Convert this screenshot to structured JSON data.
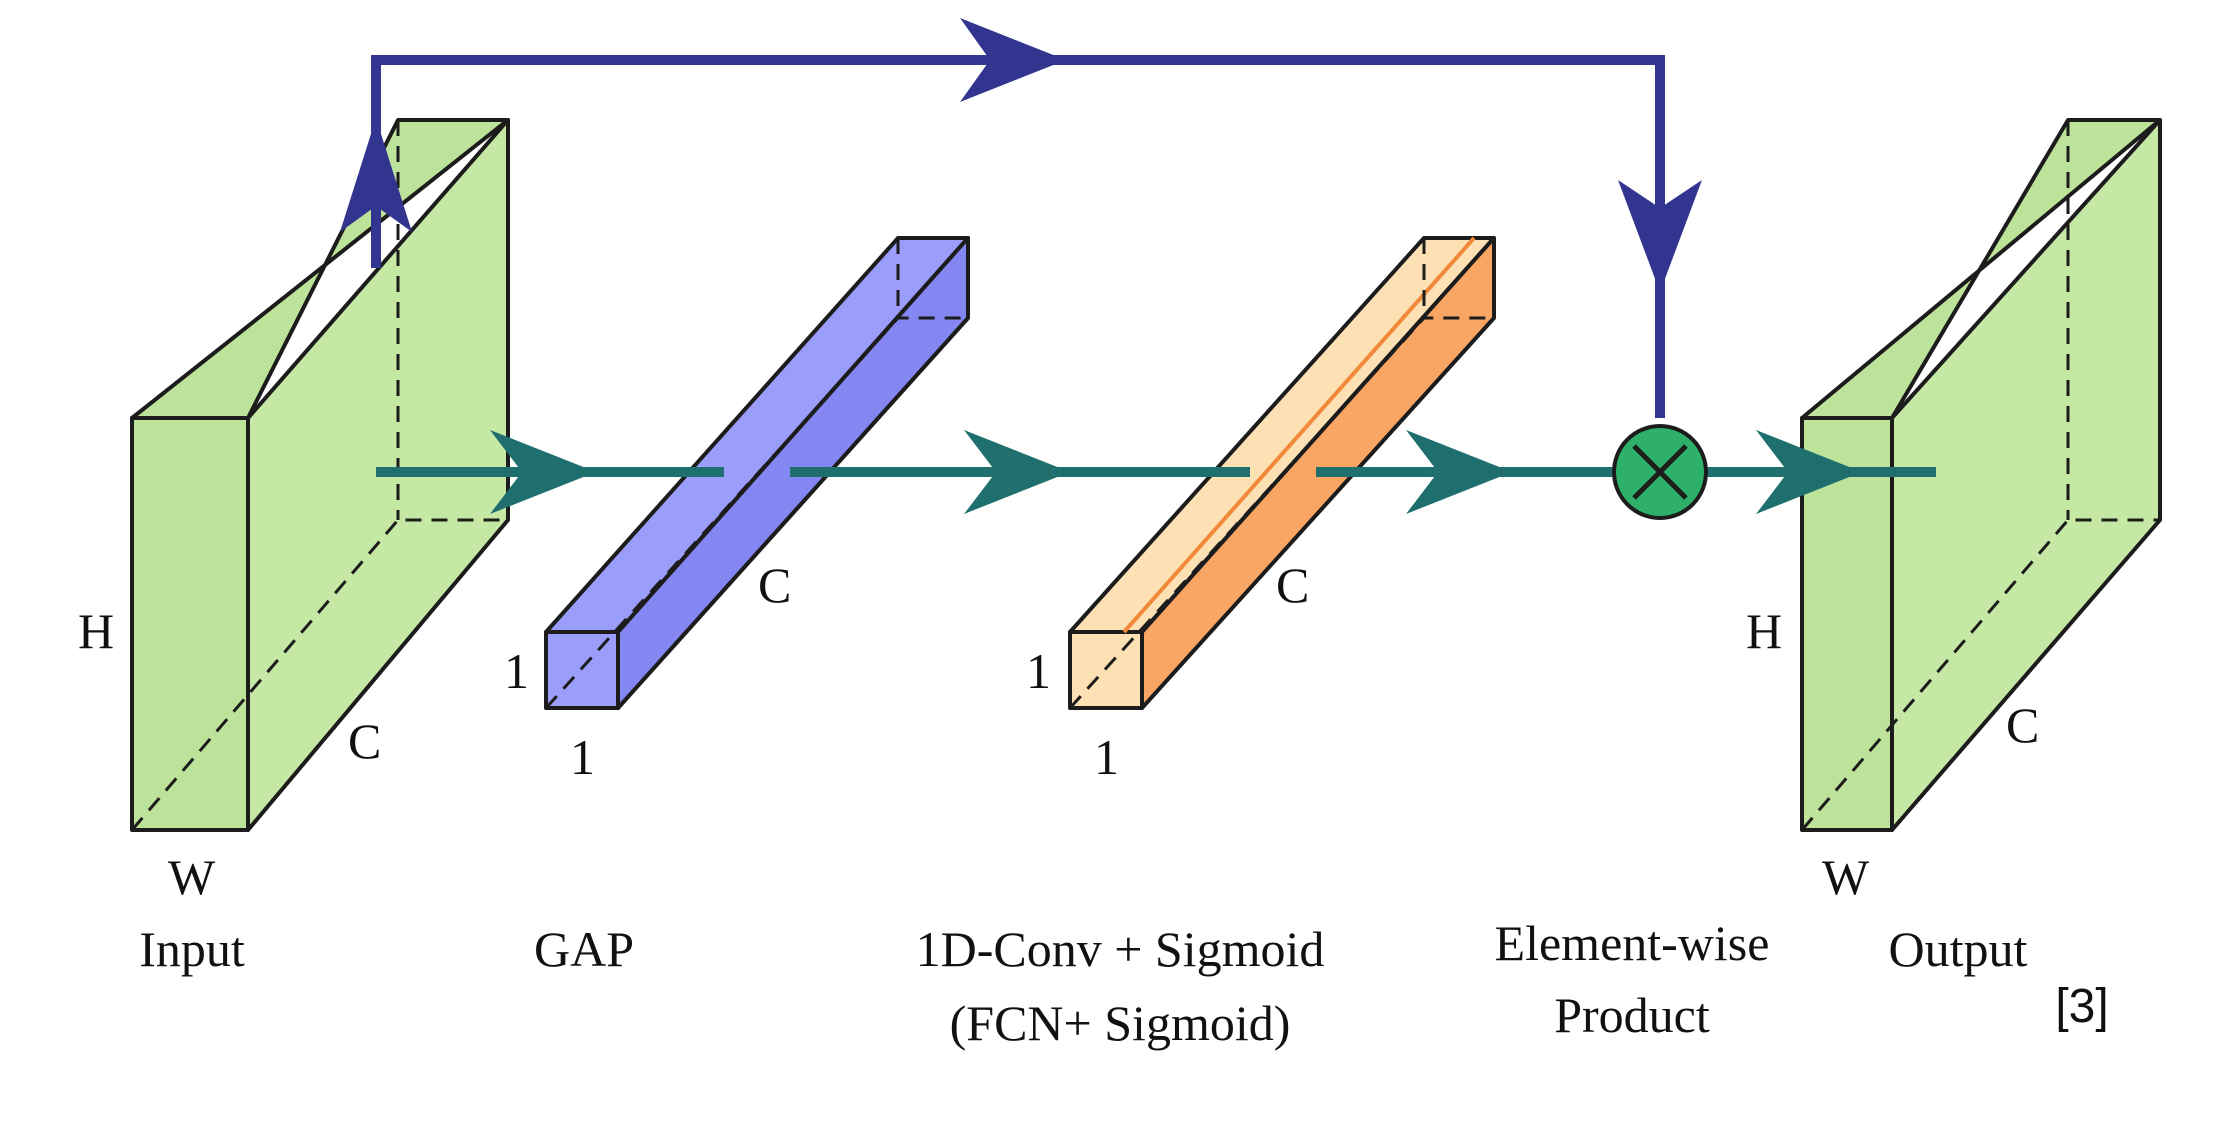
{
  "colors": {
    "feature_map": "#bde39a",
    "feature_map_side": "#c5e8a5",
    "gap_vector": "#9b9dfb",
    "gap_vector_dark": "#8486f2",
    "weights_light": "#fde0b4",
    "weights_dark": "#f9a665",
    "main_flow": "#1f6f6f",
    "skip_flow": "#32358f",
    "multiply_node": "#2fb06a"
  },
  "blocks": {
    "input": {
      "label": "Input",
      "h": "H",
      "w": "W",
      "c": "C"
    },
    "gap": {
      "label": "GAP",
      "dim_a": "1",
      "dim_b": "1",
      "c": "C"
    },
    "conv": {
      "label_line1": "1D-Conv + Sigmoid",
      "label_line2": "(FCN+ Sigmoid)",
      "dim_a": "1",
      "dim_b": "1",
      "c": "C"
    },
    "product": {
      "label_line1": "Element-wise",
      "label_line2": "Product",
      "symbol": "⊗"
    },
    "output": {
      "label": "Output",
      "h": "H",
      "w": "W",
      "c": "C"
    }
  },
  "citation": "[3]",
  "icons": {
    "multiply": "multiply-circle-icon",
    "arrow": "arrow-right-icon"
  }
}
